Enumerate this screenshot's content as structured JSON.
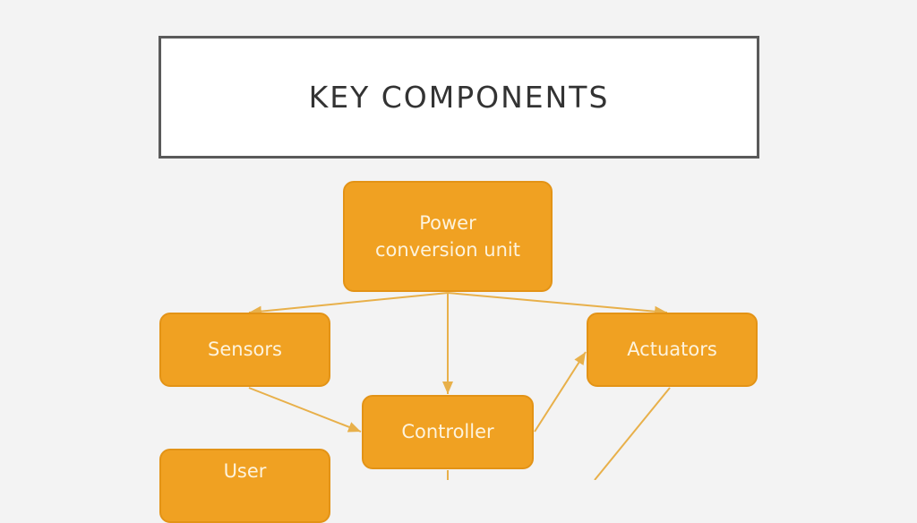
{
  "title": "KEY COMPONENTS",
  "colors": {
    "node_fill": "#f0a122",
    "edge": "#e8b04a",
    "node_text": "#fdf3dd"
  },
  "nodes": {
    "power": {
      "line1": "Power",
      "line2": "conversion unit"
    },
    "sensors": "Sensors",
    "actuators": "Actuators",
    "controller": "Controller",
    "user": "User"
  },
  "edges": [
    {
      "from": "power",
      "to": "sensors"
    },
    {
      "from": "power",
      "to": "controller"
    },
    {
      "from": "power",
      "to": "actuators"
    },
    {
      "from": "sensors",
      "to": "controller"
    },
    {
      "from": "controller",
      "to": "actuators"
    },
    {
      "from": "actuators",
      "to": "offscreen-below"
    },
    {
      "from": "controller",
      "to": "offscreen-below"
    }
  ]
}
